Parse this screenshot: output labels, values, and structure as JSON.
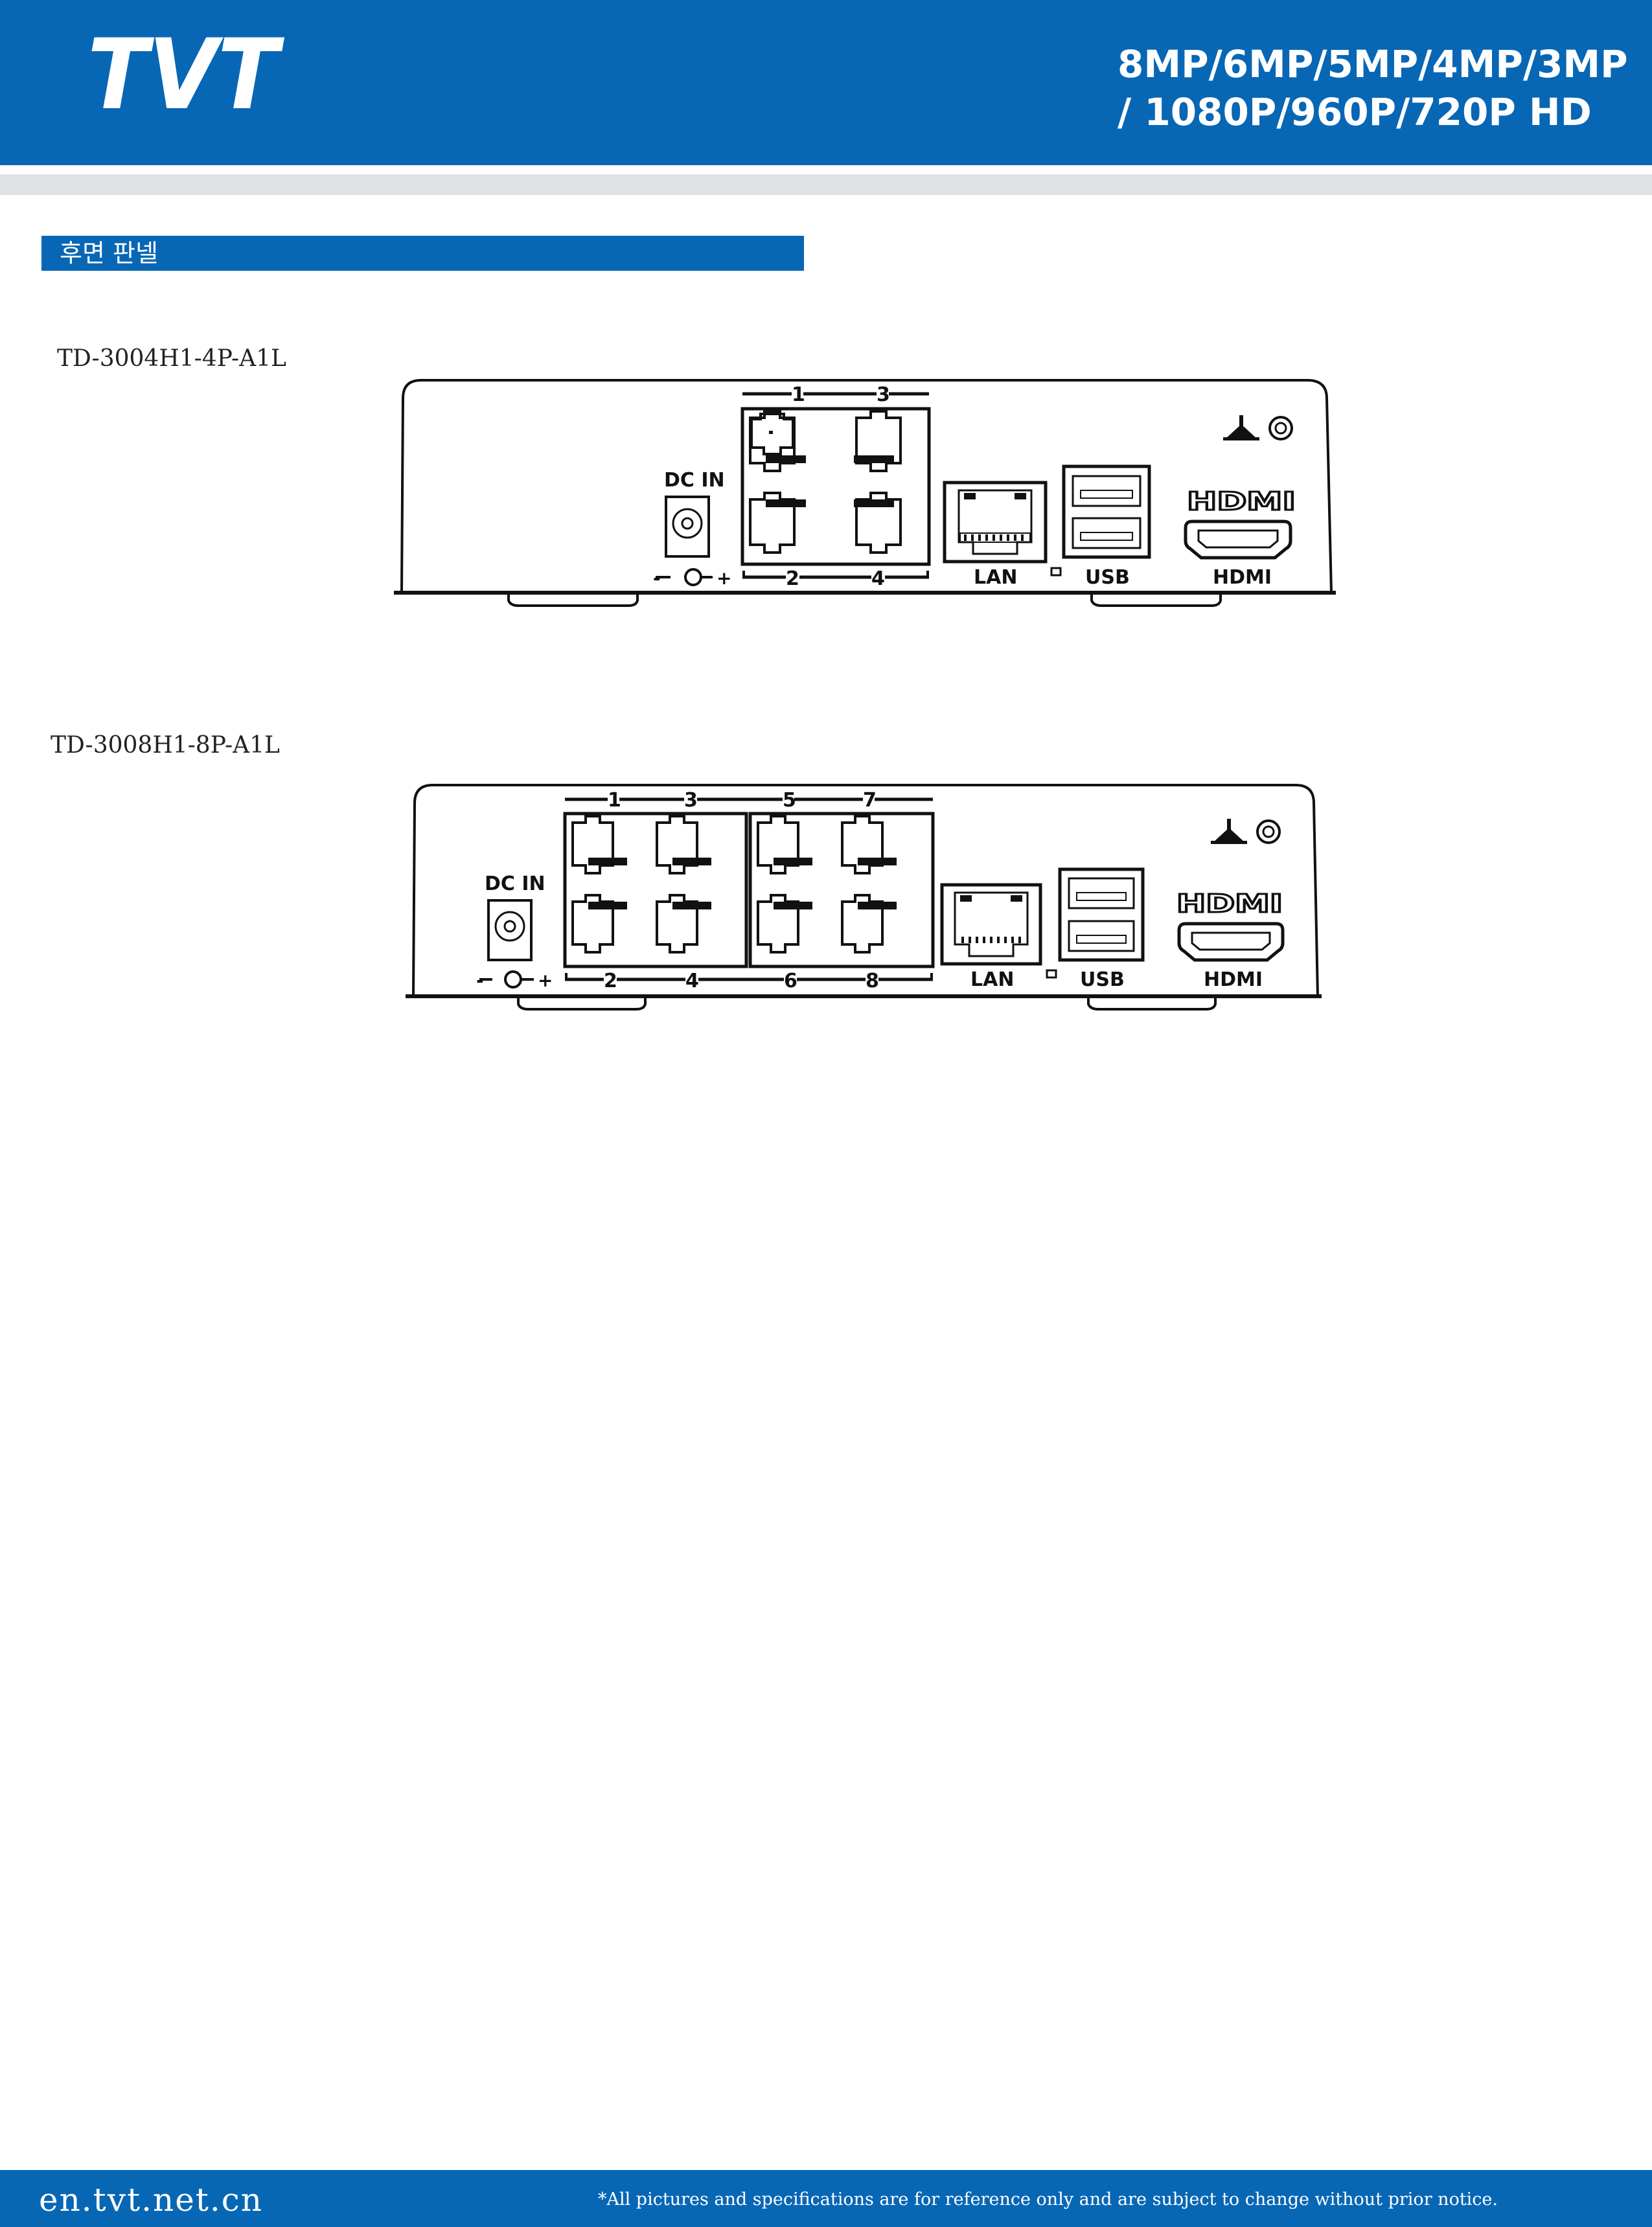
{
  "header": {
    "logo_text": "TVT",
    "title": "8MP/6MP/5MP/4MP/3MP / 1080P/960P/720P HD",
    "brand_color": "#0867b5"
  },
  "section": {
    "title": "후면 판넬"
  },
  "devices": [
    {
      "model": "TD-3004H1-4P-A1L",
      "poe_top_numbers": [
        "1",
        "3"
      ],
      "poe_bottom_numbers": [
        "2",
        "4"
      ],
      "labels": {
        "dc_in": "DC IN",
        "lan": "LAN",
        "usb": "USB",
        "hdmi_logo": "HDMI",
        "hdmi": "HDMI",
        "polarity_minus": "-",
        "polarity_plus": "+"
      }
    },
    {
      "model": "TD-3008H1-8P-A1L",
      "poe_top_numbers": [
        "1",
        "3",
        "5",
        "7"
      ],
      "poe_bottom_numbers": [
        "2",
        "4",
        "6",
        "8"
      ],
      "labels": {
        "dc_in": "DC IN",
        "lan": "LAN",
        "usb": "USB",
        "hdmi_logo": "HDMI",
        "hdmi": "HDMI",
        "polarity_minus": "-",
        "polarity_plus": "+"
      }
    }
  ],
  "footer": {
    "url": "en.tvt.net.cn",
    "disclaimer": "*All pictures and specifications are for reference only and are subject to change without prior notice."
  }
}
